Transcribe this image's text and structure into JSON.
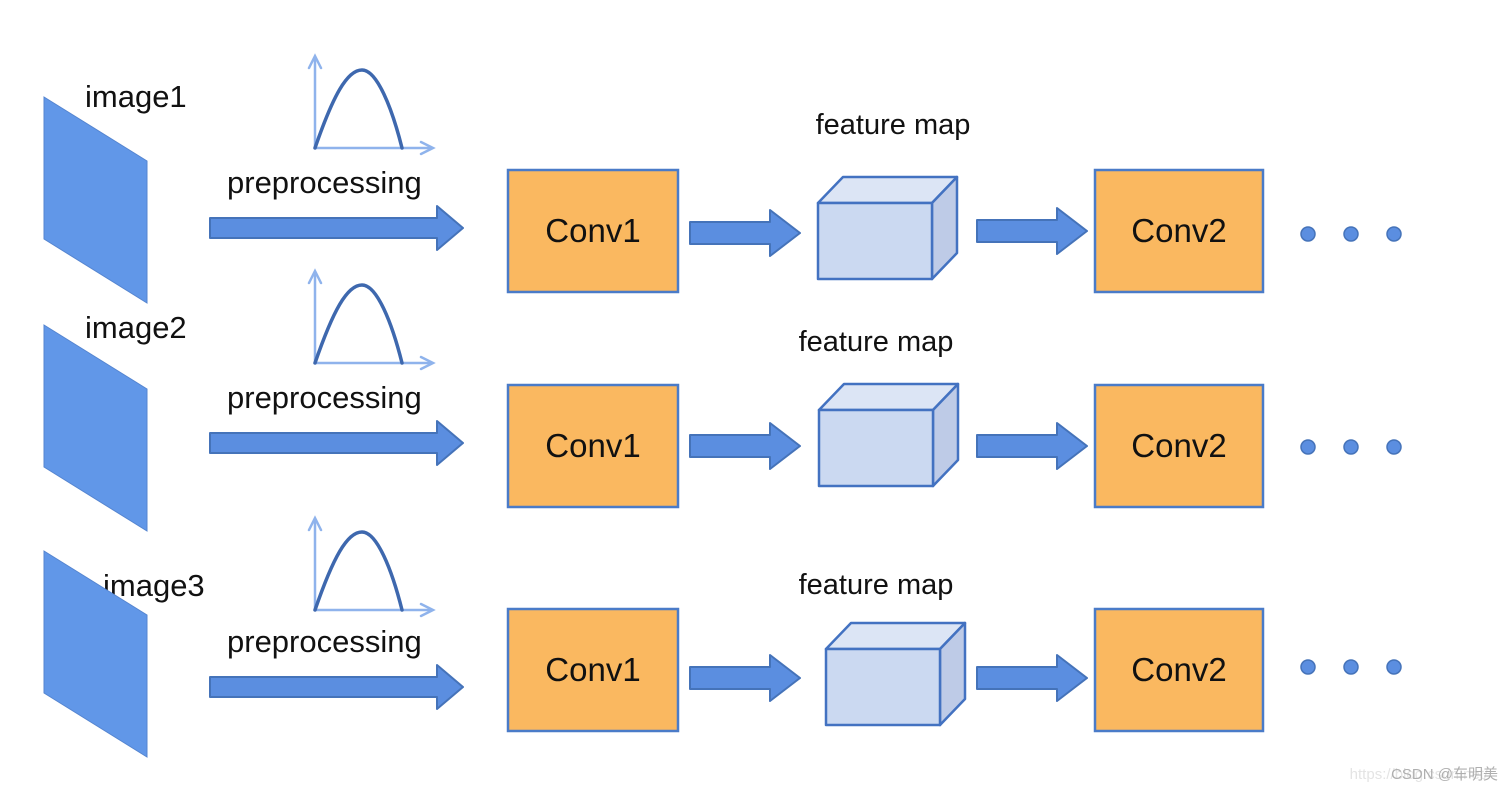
{
  "diagram": {
    "description_labels": {
      "preprocessing": "preprocessing",
      "feature_map": "feature map"
    },
    "rows": [
      {
        "image_label": "image1",
        "preprocessing_label": "preprocessing",
        "conv1_label": "Conv1",
        "feature_map_label": "feature map",
        "conv2_label": "Conv2"
      },
      {
        "image_label": "image2",
        "preprocessing_label": "preprocessing",
        "conv1_label": "Conv1",
        "feature_map_label": "feature map",
        "conv2_label": "Conv2"
      },
      {
        "image_label": "image3",
        "preprocessing_label": "preprocessing",
        "conv1_label": "Conv1",
        "feature_map_label": "feature map",
        "conv2_label": "Conv2"
      }
    ]
  },
  "icons": {
    "image_shape": "blue-parallelogram",
    "preprocess_icon": "curve-plot",
    "flow_icon": "right-arrow",
    "feature_map_icon": "cube-3d",
    "continuation_icon": "ellipsis-dots"
  },
  "colors": {
    "shape_blue": "#6197E8",
    "arrow_blue": "#5B8EE0",
    "arrow_border": "#4573B9",
    "box_orange": "#FAB860",
    "box_border": "#4A7BC8",
    "cube_front": "#CBD9F1",
    "cube_top": "#DCE5F5",
    "cube_side": "#BECBE7",
    "axis_light_blue": "#8FB3EC",
    "curve_dark_blue": "#3E68AE",
    "text": "#111111"
  },
  "watermark": {
    "url": "https://blog.csdn.net/",
    "handle": "CSDN @车明美"
  }
}
